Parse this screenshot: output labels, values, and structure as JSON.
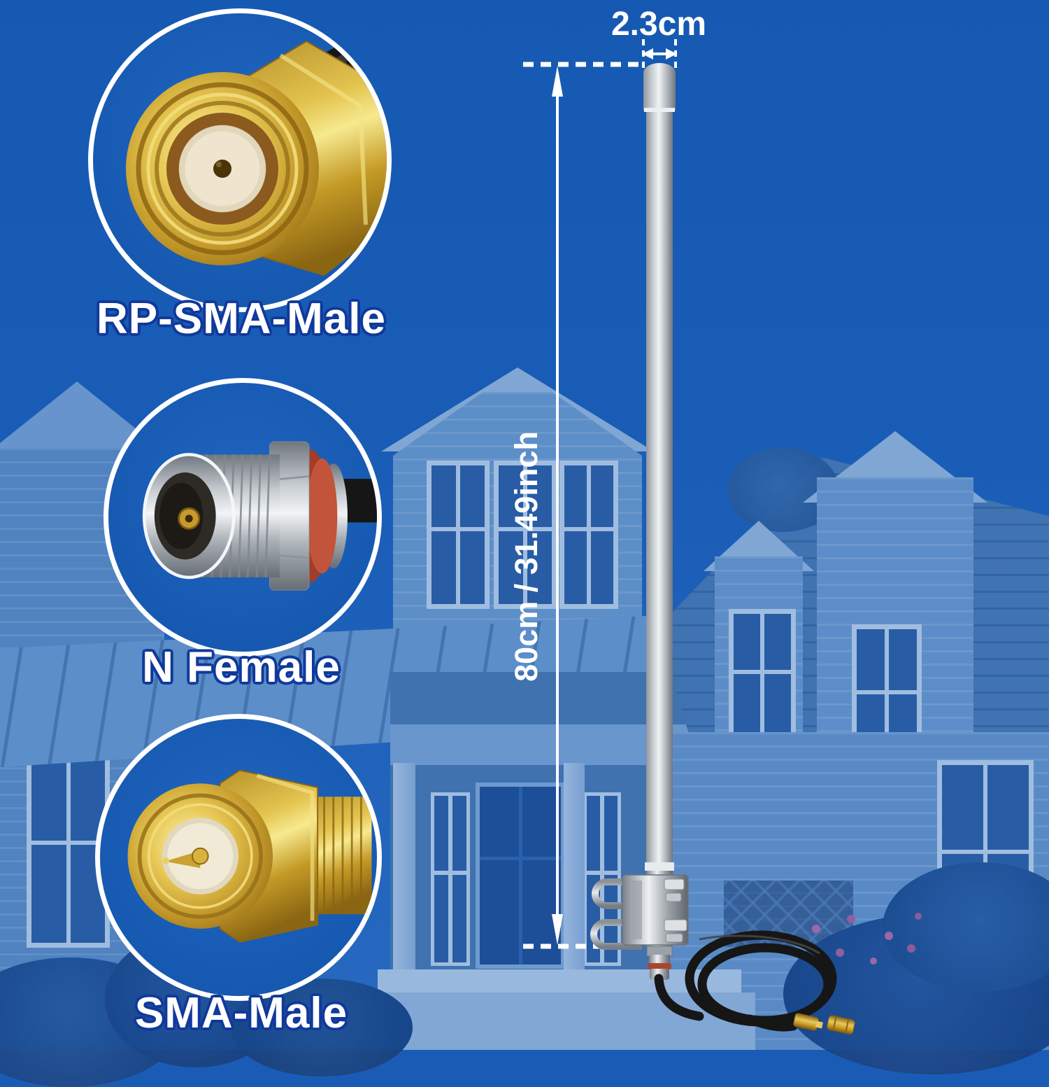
{
  "insets": [
    {
      "label": "RP-SMA-Male",
      "icon": "rp-sma-male-connector-icon"
    },
    {
      "label": "N Female",
      "icon": "n-female-connector-icon"
    },
    {
      "label": "SMA-Male",
      "icon": "sma-male-connector-icon"
    }
  ],
  "dimensions": {
    "width": "2.3cm",
    "height": "80cm / 31.49inch"
  },
  "colors": {
    "background_blue": "#1a5cb5",
    "label_text": "#ffffff",
    "label_outline": "#10399b",
    "dimension_lines": "#ffffff",
    "connector_gold": "#d9b53a",
    "connector_silver": "#c9ced3",
    "o_ring_red": "#a23d28",
    "cable_black": "#161616",
    "antenna_pole_gray": "#b9bec3"
  }
}
